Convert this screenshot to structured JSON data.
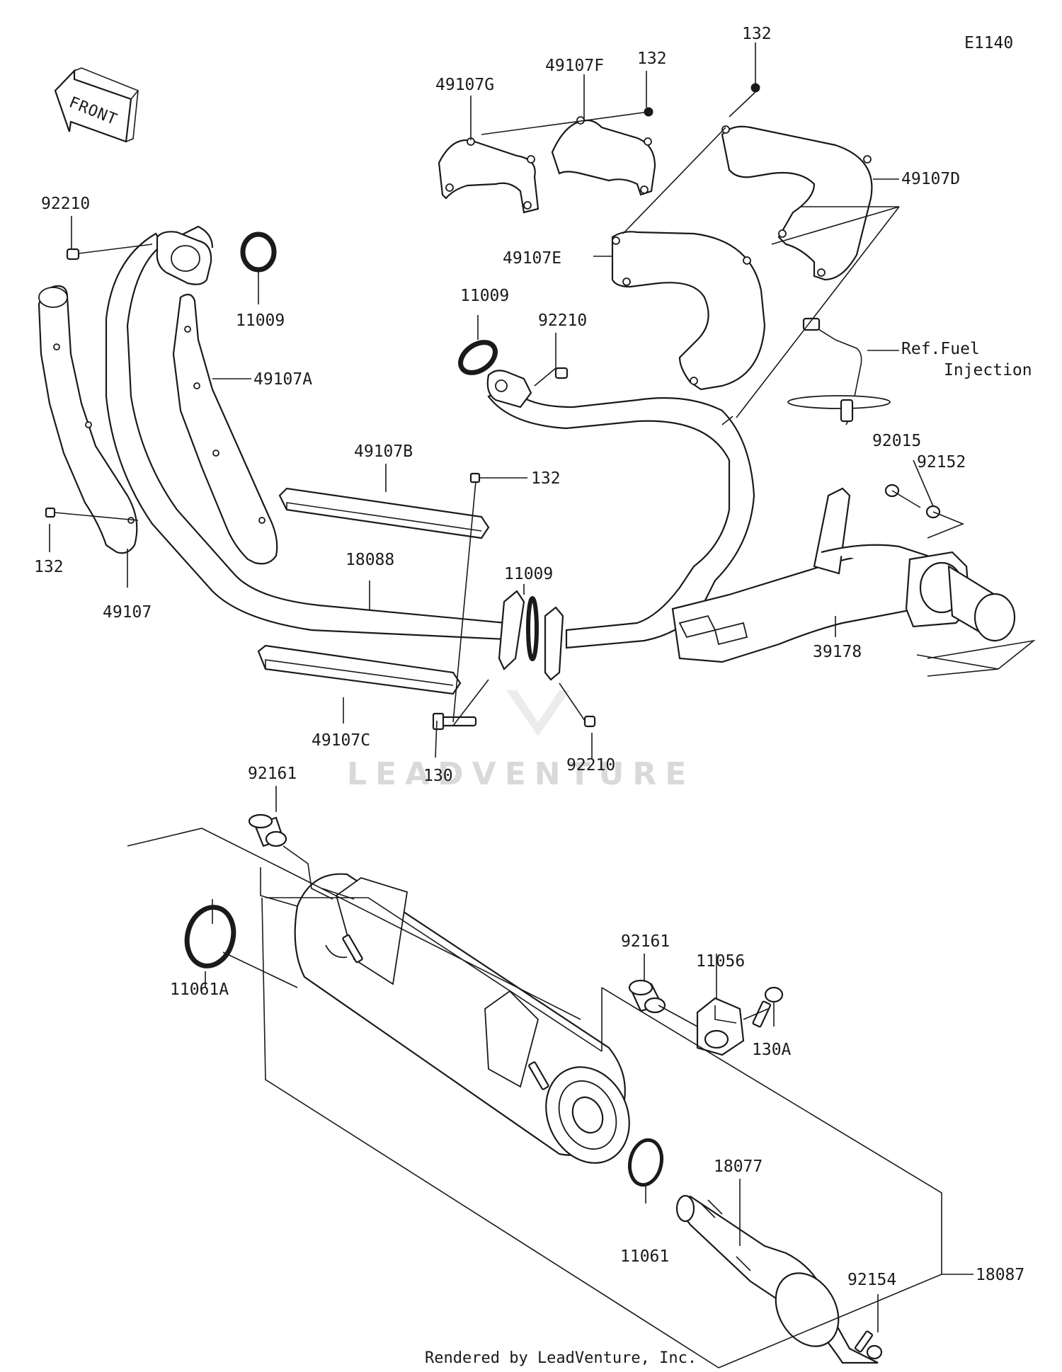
{
  "diagram_code": "E1140",
  "front_label": "FRONT",
  "watermark": "LEADVENTURE",
  "footer": "Rendered by LeadVenture, Inc.",
  "callouts": [
    {
      "id": "c-132-top",
      "text": "132"
    },
    {
      "id": "c-49107f",
      "text": "49107F"
    },
    {
      "id": "c-132-f",
      "text": "132"
    },
    {
      "id": "c-49107g",
      "text": "49107G"
    },
    {
      "id": "c-49107d",
      "text": "49107D"
    },
    {
      "id": "c-49107e",
      "text": "49107E"
    },
    {
      "id": "c-92210-a",
      "text": "92210"
    },
    {
      "id": "c-11009-a",
      "text": "11009"
    },
    {
      "id": "c-11009-b",
      "text": "11009"
    },
    {
      "id": "c-92210-b",
      "text": "92210"
    },
    {
      "id": "c-ref-1",
      "text": "Ref.Fuel"
    },
    {
      "id": "c-ref-2",
      "text": "Injection"
    },
    {
      "id": "c-49107a",
      "text": "49107A"
    },
    {
      "id": "c-49107b",
      "text": "49107B"
    },
    {
      "id": "c-132-b",
      "text": "132"
    },
    {
      "id": "c-92015",
      "text": "92015"
    },
    {
      "id": "c-92152",
      "text": "92152"
    },
    {
      "id": "c-132-l",
      "text": "132"
    },
    {
      "id": "c-49107",
      "text": "49107"
    },
    {
      "id": "c-18088",
      "text": "18088"
    },
    {
      "id": "c-11009-c",
      "text": "11009"
    },
    {
      "id": "c-39178",
      "text": "39178"
    },
    {
      "id": "c-49107c",
      "text": "49107C"
    },
    {
      "id": "c-130",
      "text": "130"
    },
    {
      "id": "c-92210-c",
      "text": "92210"
    },
    {
      "id": "c-92161-a",
      "text": "92161"
    },
    {
      "id": "c-11061a",
      "text": "11061A"
    },
    {
      "id": "c-92161-b",
      "text": "92161"
    },
    {
      "id": "c-11056",
      "text": "11056"
    },
    {
      "id": "c-130a",
      "text": "130A"
    },
    {
      "id": "c-18077",
      "text": "18077"
    },
    {
      "id": "c-11061",
      "text": "11061"
    },
    {
      "id": "c-92154",
      "text": "92154"
    },
    {
      "id": "c-18087",
      "text": "18087"
    }
  ]
}
